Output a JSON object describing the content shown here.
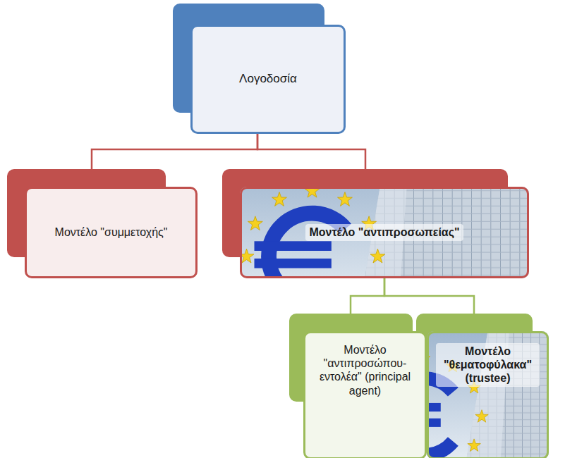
{
  "diagram": {
    "nodes": [
      {
        "text": [
          "Λογοδοσία"
        ]
      },
      {
        "text": [
          "Μοντέλο \"συμμετοχής\""
        ]
      },
      {
        "text": [
          "Μοντέλο \"αντιπροσωπείας\""
        ]
      },
      {
        "text": [
          "Μοντέλο \"αντιπροσώπου-εντολέα\" (principal agent)"
        ]
      },
      {
        "text": [
          "Μοντέλο \"θεματοφύλακα\" (trustee)"
        ]
      }
    ],
    "edges": [
      {
        "from": 0,
        "to": 1,
        "arrow": "none"
      },
      {
        "from": 0,
        "to": 2,
        "arrow": "none"
      },
      {
        "from": 2,
        "to": 3,
        "arrow": "none"
      },
      {
        "from": 2,
        "to": 4,
        "arrow": "none"
      }
    ]
  }
}
